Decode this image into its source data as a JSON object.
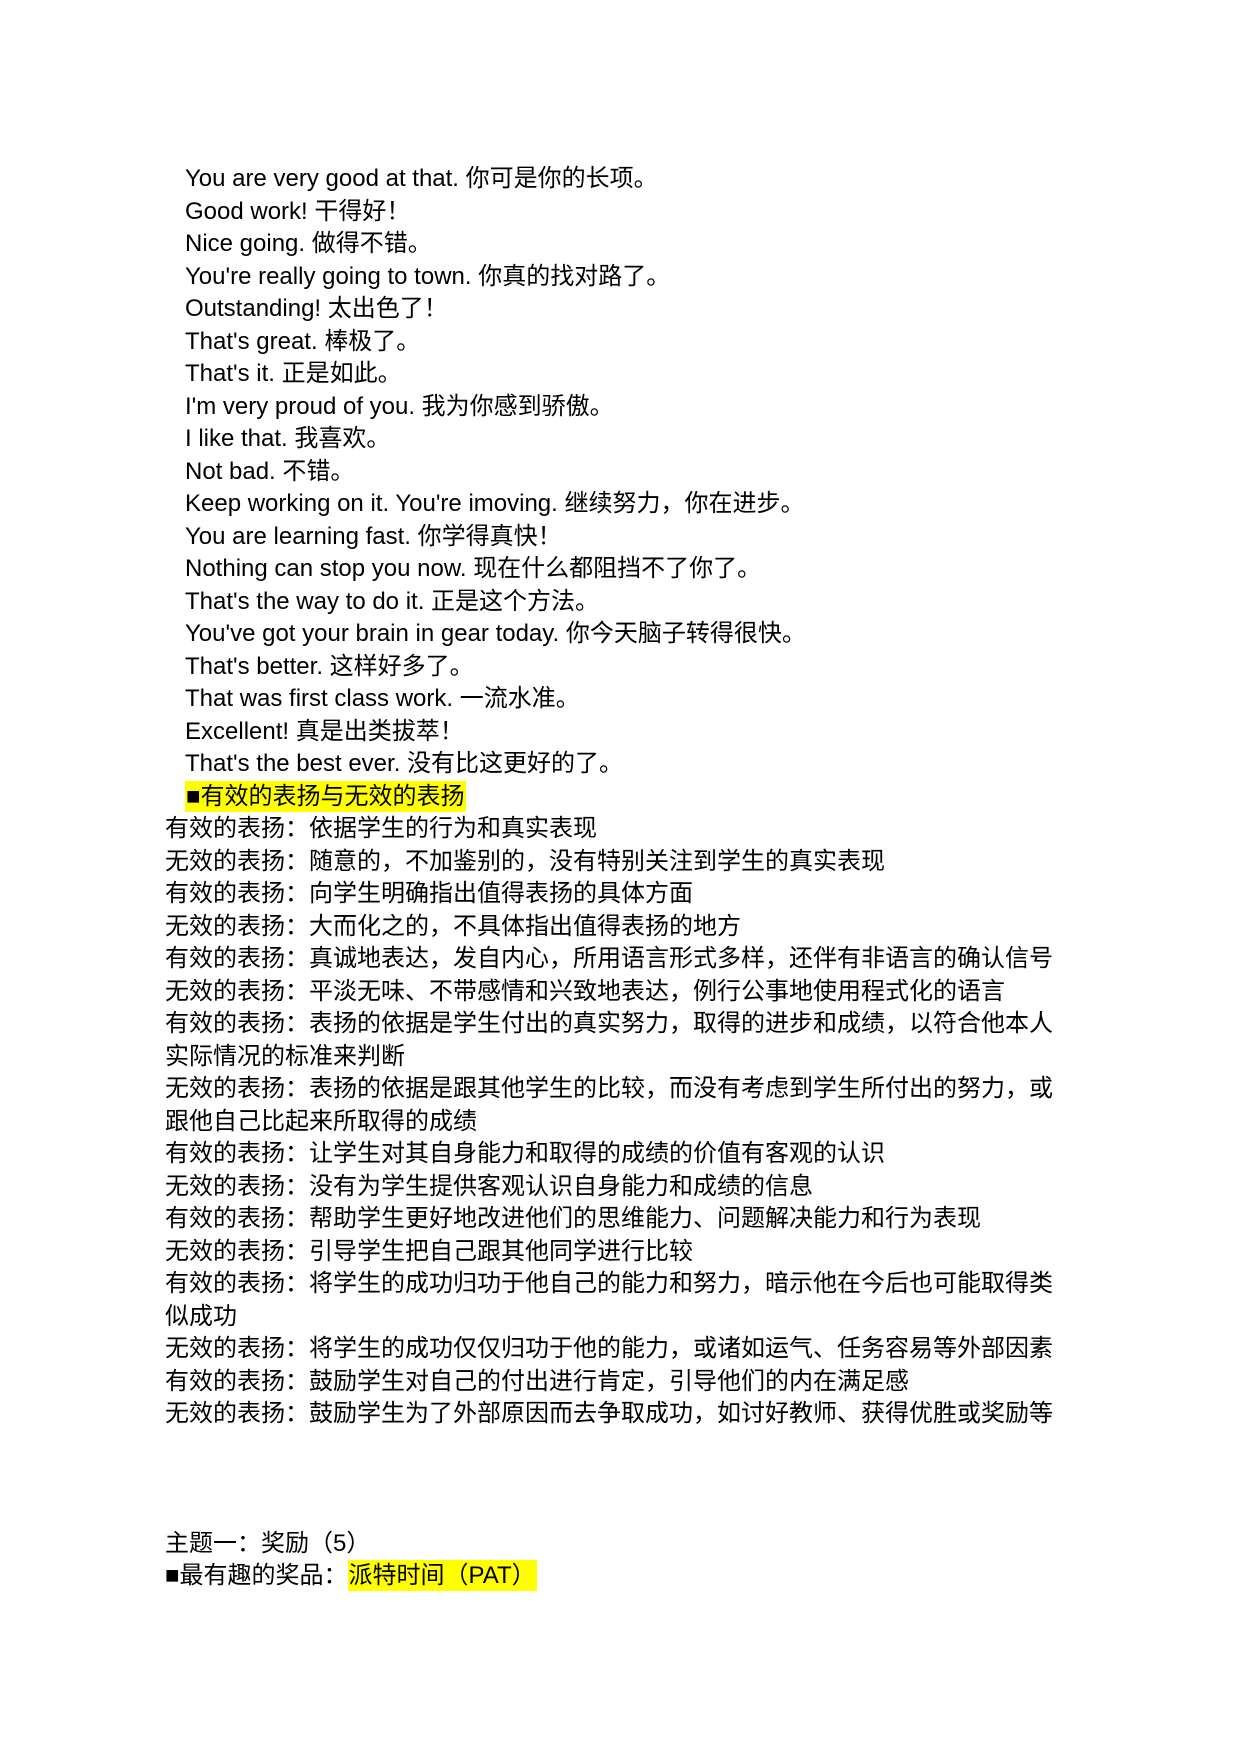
{
  "page": {
    "background_color": "#ffffff",
    "text_color": "#000000",
    "highlight_color": "#ffff00"
  },
  "phrases": [
    "You are very good at that. 你可是你的长项。",
    "Good work! 干得好！",
    "Nice going. 做得不错。",
    "You're really going to town. 你真的找对路了。",
    "Outstanding! 太出色了！",
    "That's great. 棒极了。",
    "That's it. 正是如此。",
    "I'm very proud of you. 我为你感到骄傲。",
    "I like that. 我喜欢。",
    "Not bad. 不错。",
    "Keep working on it. You're imoving. 继续努力，你在进步。",
    "You are learning fast. 你学得真快！",
    "Nothing can stop you now. 现在什么都阻挡不了你了。",
    "That's the way to do it. 正是这个方法。",
    "You've got your brain in gear today. 你今天脑子转得很快。",
    "That's better. 这样好多了。",
    "That was first class work. 一流水准。",
    "Excellent! 真是出类拔萃！",
    "That's the best ever. 没有比这更好的了。"
  ],
  "section_heading": "■有效的表扬与无效的表扬",
  "praise_items": [
    "有效的表扬：依据学生的行为和真实表现",
    "无效的表扬：随意的，不加鉴别的，没有特别关注到学生的真实表现",
    "有效的表扬：向学生明确指出值得表扬的具体方面",
    "无效的表扬：大而化之的，不具体指出值得表扬的地方",
    "有效的表扬：真诚地表达，发自内心，所用语言形式多样，还伴有非语言的确认信号",
    "无效的表扬：平淡无味、不带感情和兴致地表达，例行公事地使用程式化的语言",
    "有效的表扬：表扬的依据是学生付出的真实努力，取得的进步和成绩，以符合他本人\n实际情况的标准来判断",
    "无效的表扬：表扬的依据是跟其他学生的比较，而没有考虑到学生所付出的努力，或\n跟他自己比起来所取得的成绩",
    "有效的表扬：让学生对其自身能力和取得的成绩的价值有客观的认识",
    "无效的表扬：没有为学生提供客观认识自身能力和成绩的信息",
    "有效的表扬：帮助学生更好地改进他们的思维能力、问题解决能力和行为表现",
    "无效的表扬：引导学生把自己跟其他同学进行比较",
    "有效的表扬：将学生的成功归功于他自己的能力和努力，暗示他在今后也可能取得类\n似成功",
    "无效的表扬：将学生的成功仅仅归功于他的能力，或诸如运气、任务容易等外部因素",
    "有效的表扬：鼓励学生对自己的付出进行肯定，引导他们的内在满足感",
    "无效的表扬：鼓励学生为了外部原因而去争取成功，如讨好教师、获得优胜或奖励等"
  ],
  "footer": {
    "topic_line": "主题一：奖励（5）",
    "reward_label": "■最有趣的奖品：",
    "reward_highlight": "派特时间（PAT）"
  }
}
